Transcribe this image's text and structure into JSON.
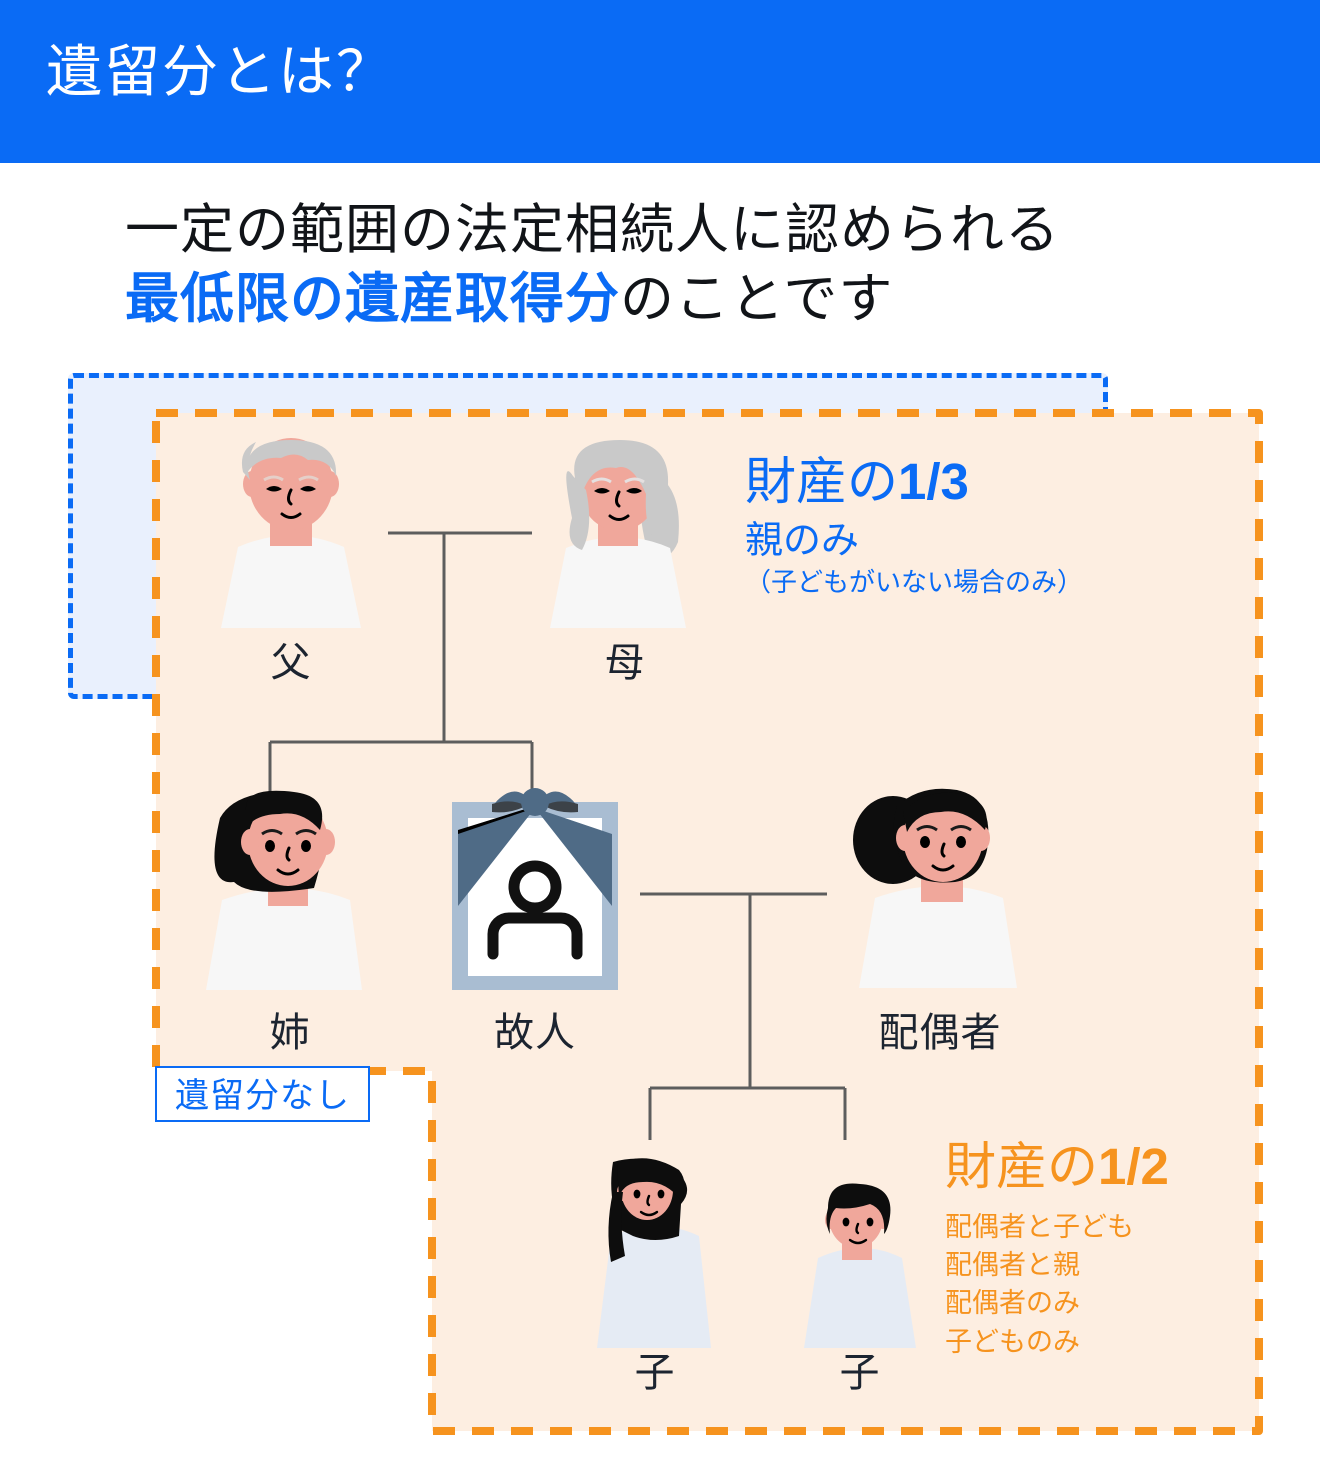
{
  "header": {
    "title": "遺留分とは？",
    "bar_color": "#0a6bf5"
  },
  "subtitle": {
    "line1": "一定の範囲の法定相続人に認められる",
    "highlight": "最低限の遺産取得分",
    "line2_tail": "のことです",
    "highlight_color": "#0a6bf5"
  },
  "zones": {
    "parents_zone": {
      "border_color": "#0a6bf5",
      "fill_color": "#e9f0fd",
      "style": "dashed"
    },
    "heirs_zone": {
      "border_color": "#f6931e",
      "fill_color": "#fdeee1",
      "style": "dashed"
    }
  },
  "people": [
    {
      "id": "father",
      "label": "父",
      "icon": "elderly-man-avatar"
    },
    {
      "id": "mother",
      "label": "母",
      "icon": "elderly-woman-avatar"
    },
    {
      "id": "sister",
      "label": "姉",
      "icon": "young-woman-avatar"
    },
    {
      "id": "deceased",
      "label": "故人",
      "icon": "memorial-portrait-icon"
    },
    {
      "id": "spouse",
      "label": "配偶者",
      "icon": "woman-avatar"
    },
    {
      "id": "child1",
      "label": "子",
      "icon": "girl-avatar"
    },
    {
      "id": "child2",
      "label": "子",
      "icon": "boy-avatar"
    }
  ],
  "badges": {
    "sister_no_share": "遺留分なし"
  },
  "callouts": {
    "parents": {
      "head_prefix": "財産の",
      "head_fraction": "1/3",
      "sub": "親のみ",
      "note": "（子どもがいない場合のみ）",
      "color": "#0a6bf5"
    },
    "main": {
      "head_prefix": "財産の",
      "head_fraction": "1/2",
      "items": [
        "配偶者と子ども",
        "配偶者と親",
        "配偶者のみ",
        "子どものみ"
      ],
      "color": "#f6931e"
    }
  }
}
